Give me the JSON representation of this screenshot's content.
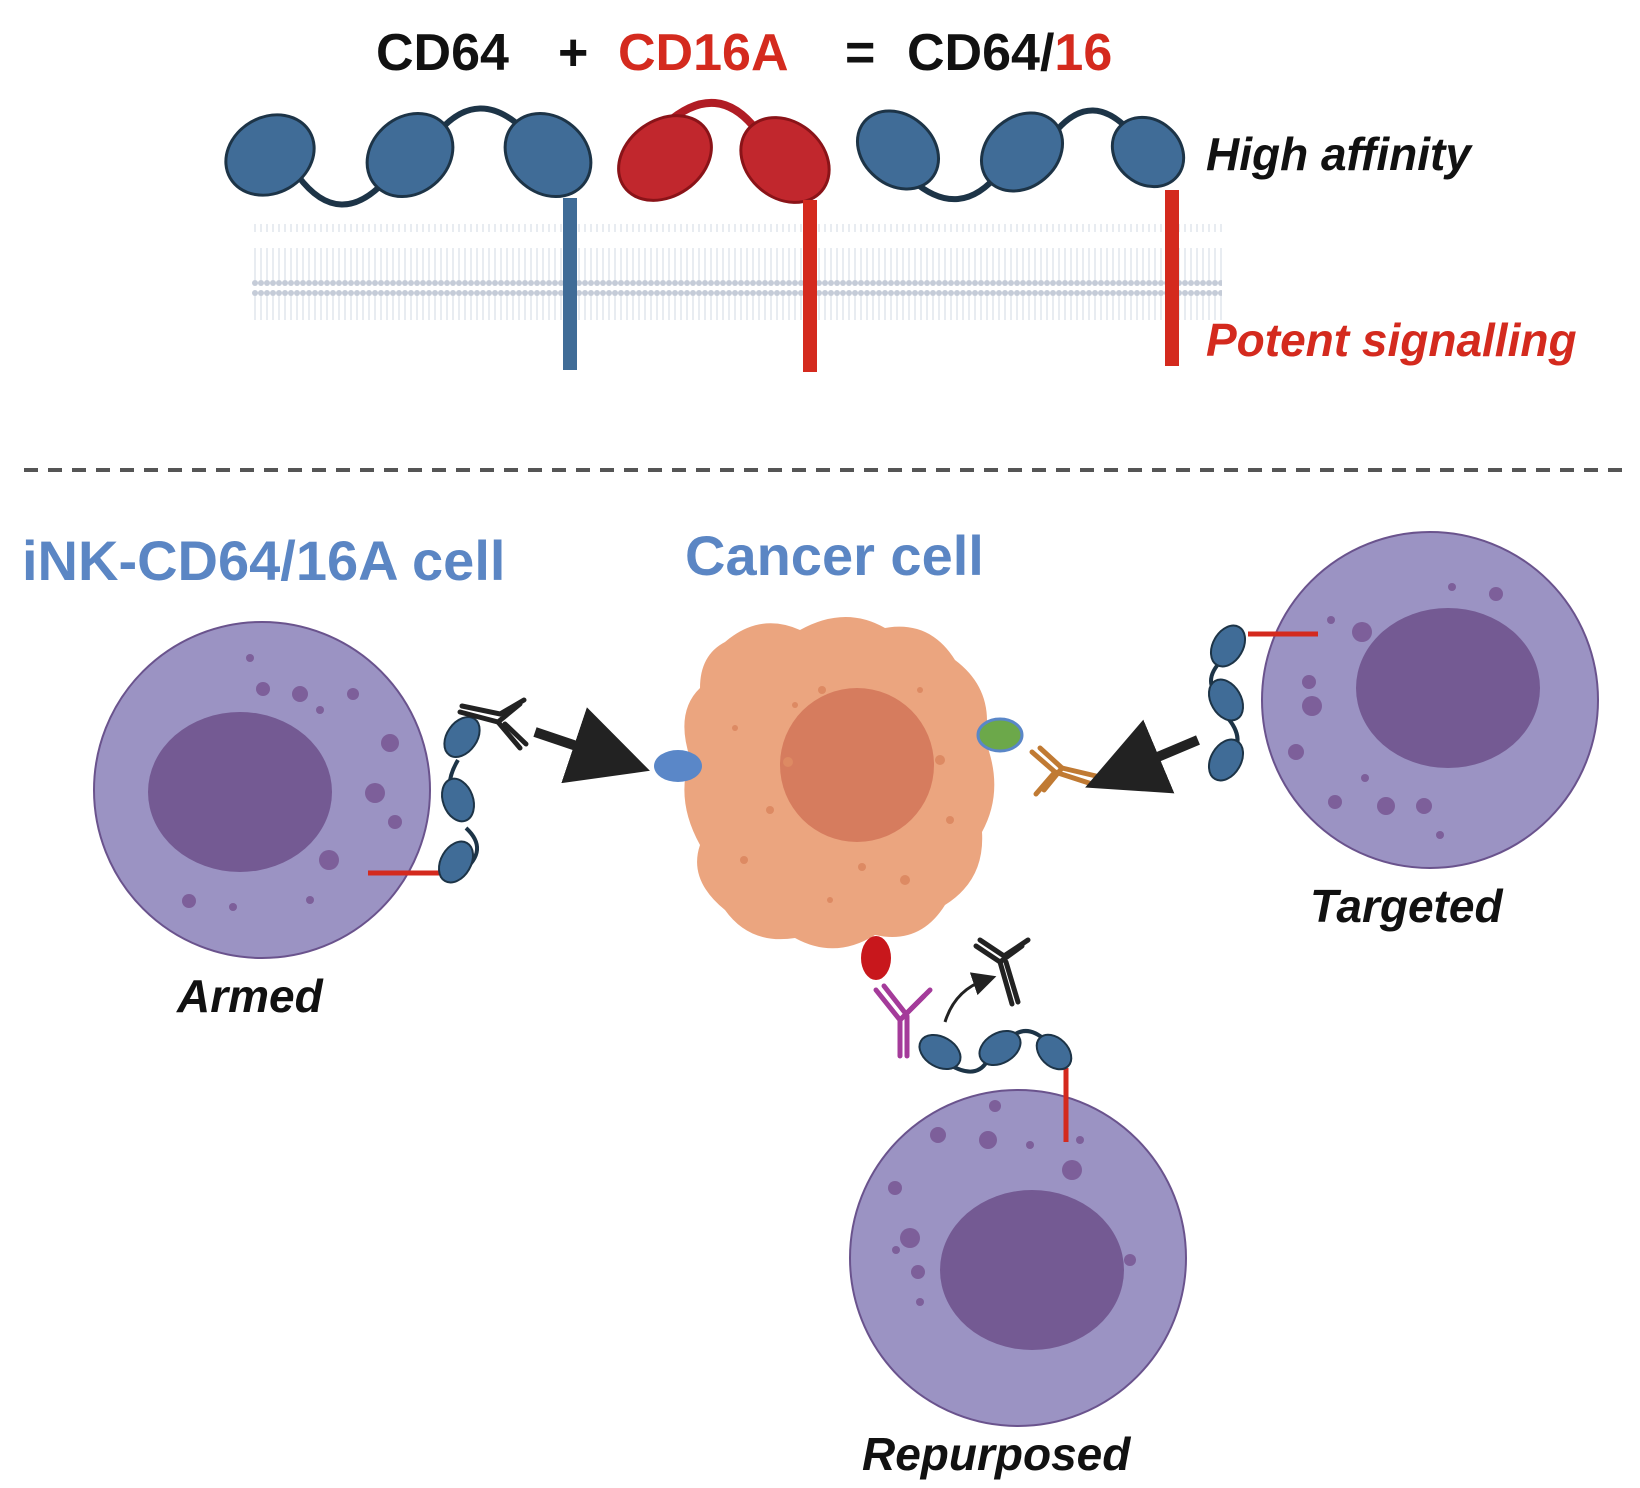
{
  "equation": {
    "term1": "CD64",
    "plus": "+",
    "term2": "CD16A",
    "equals": "=",
    "result_prefix": "CD64/",
    "result_suffix": "16"
  },
  "annotations": {
    "high_affinity": "High affinity",
    "potent_signalling": "Potent signalling"
  },
  "cells": {
    "ink_title": "iNK-CD64/16A cell",
    "cancer_title": "Cancer cell"
  },
  "modes": {
    "armed": "Armed",
    "targeted": "Targeted",
    "repurposed": "Repurposed"
  },
  "colors": {
    "black_text": "#111111",
    "red_accent": "#d42a1e",
    "receptor_blue": "#406c97",
    "receptor_red": "#c1272d",
    "title_blue": "#5b86c4",
    "nk_cell": "#9b93c3",
    "nk_nucleus": "#745a93",
    "cancer_cell": "#eba57f",
    "cancer_nucleus": "#d67c5e",
    "membrane": "#c7ced9"
  },
  "icons": [
    "antibody-icon",
    "arrow-icon",
    "receptor-icon",
    "antigen-icon"
  ]
}
